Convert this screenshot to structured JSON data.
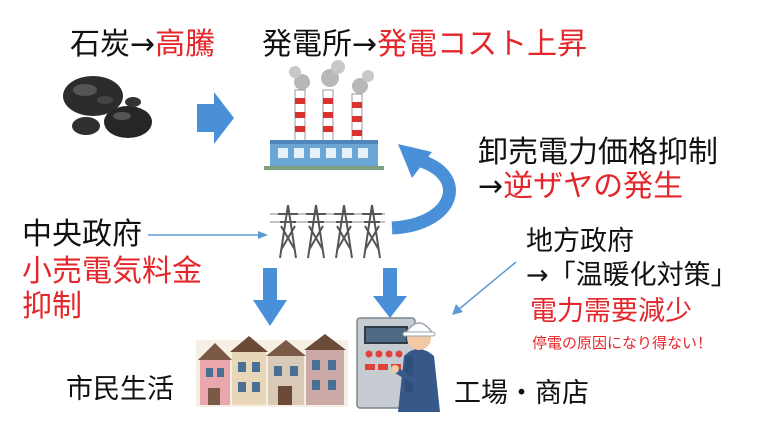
{
  "colors": {
    "red": "#e5262b",
    "text": "#111111",
    "arrow_blue": "#4a90d9",
    "thin_blue": "#5b9bd5"
  },
  "coal": {
    "label": "石炭",
    "arrow": "→",
    "status": "高騰",
    "icon": "coal-lumps-icon"
  },
  "power_plant": {
    "label": "発電所",
    "arrow": "→",
    "status": "発電コスト上昇",
    "icon": "power-plant-icon"
  },
  "wholesale": {
    "line1": "卸売電力価格抑制",
    "arrow": "→",
    "line2": "逆ザヤの発生"
  },
  "central_gov": {
    "label": "中央政府",
    "policy_line1": "小売電気料金",
    "policy_line2": "抑制"
  },
  "local_gov": {
    "label": "地方政府",
    "policy": "→「温暖化対策」",
    "effect": "電力需要減少",
    "note": "停電の原因になり得ない！"
  },
  "grid": {
    "icon": "power-transmission-tower-icon"
  },
  "citizens": {
    "label": "市民生活",
    "icon": "townhouses-icon"
  },
  "factories": {
    "label": "工場・商店",
    "icon": "factory-worker-icon"
  }
}
